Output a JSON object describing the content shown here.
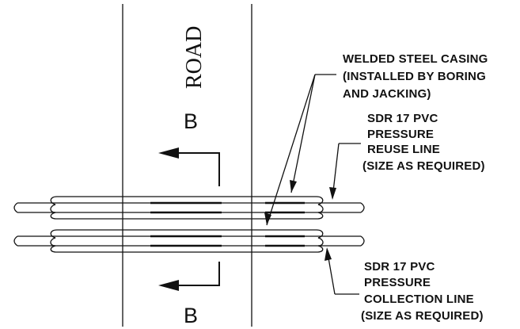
{
  "road_label": "ROAD",
  "section_marker_top": "B",
  "section_marker_bottom": "B",
  "callouts": {
    "casing": [
      "WELDED STEEL CASING",
      "(INSTALLED BY BORING",
      "AND JACKING)"
    ],
    "reuse_line": [
      "SDR 17 PVC",
      "PRESSURE",
      "REUSE LINE",
      "(SIZE AS REQUIRED)"
    ],
    "collection_line": [
      "SDR 17 PVC",
      "PRESSURE",
      "COLLECTION LINE",
      "(SIZE AS REQUIRED)"
    ]
  },
  "colors": {
    "ink": "#111111",
    "background": "#ffffff"
  }
}
